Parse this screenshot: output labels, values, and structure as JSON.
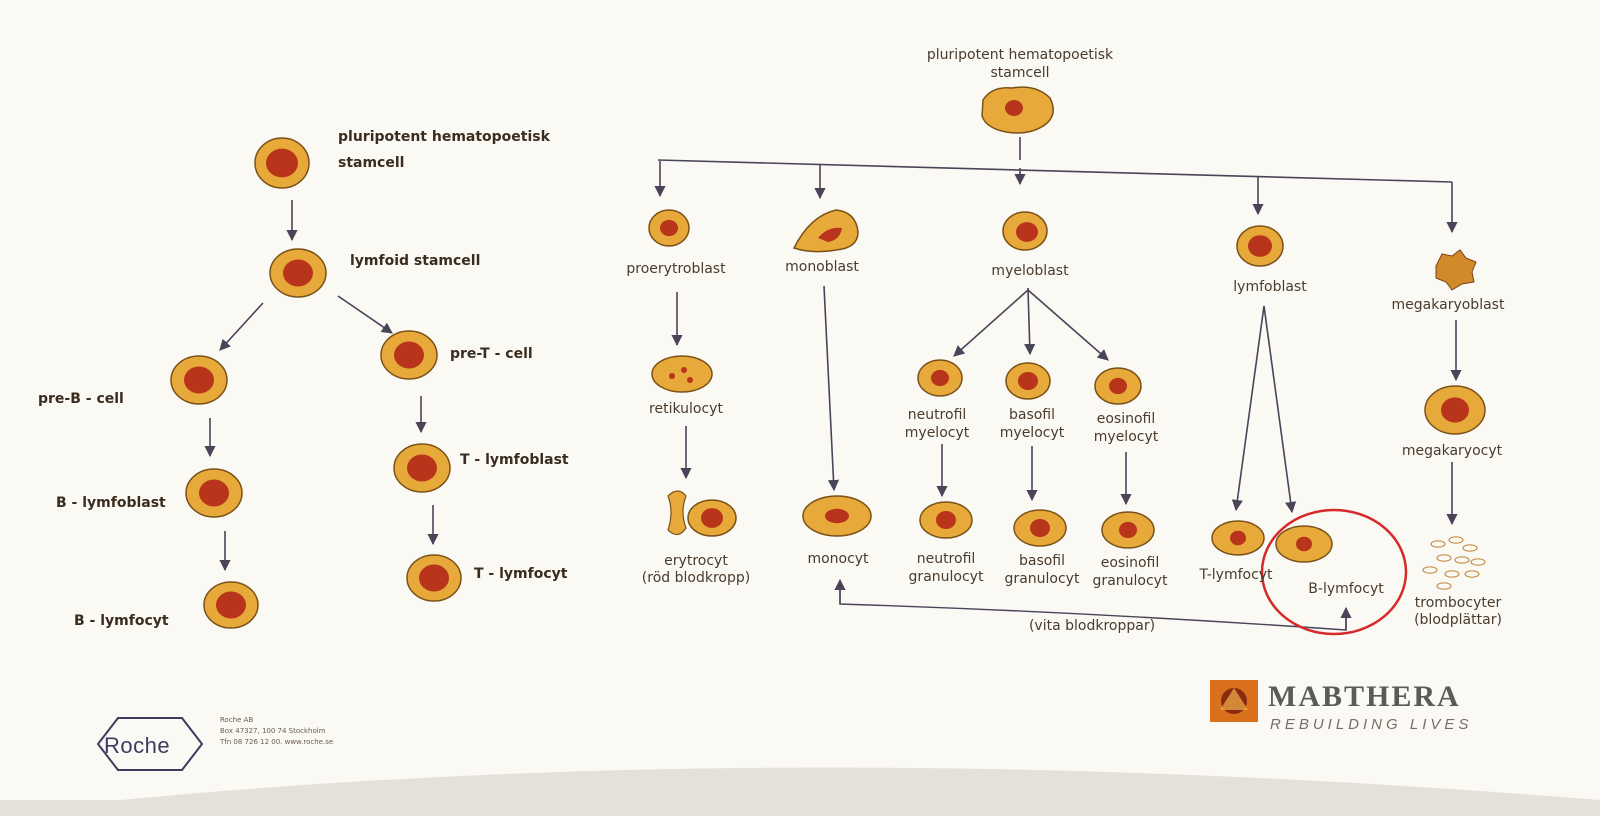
{
  "poster": {
    "left_tree": {
      "stem_cell": "pluripotent hematopoetisk stamcell",
      "stem_cell_line1": "pluripotent hematopoetisk",
      "stem_cell_line2": "stamcell",
      "lymphoid": "lymfoid stamcell",
      "pre_b": "pre-B - cell",
      "pre_t": "pre-T - cell",
      "b_lymphoblast": "B - lymfoblast",
      "t_lymphoblast": "T - lymfoblast",
      "b_lymphocyte": "B - lymfocyt",
      "t_lymphocyte": "T - lymfocyt"
    },
    "right_tree": {
      "stem_cell_line1": "pluripotent hematopoetisk",
      "stem_cell_line2": "stamcell",
      "proerythroblast": "proerytroblast",
      "monoblast": "monoblast",
      "myeloblast": "myeloblast",
      "lymphoblast": "lymfoblast",
      "megakaryoblast": "megakaryoblast",
      "reticulocyte": "retikulocyt",
      "neutrophil_myelocyte_1": "neutrofil",
      "neutrophil_myelocyte_2": "myelocyt",
      "basophil_myelocyte_1": "basofil",
      "basophil_myelocyte_2": "myelocyt",
      "eosinophil_myelocyte_1": "eosinofil",
      "eosinophil_myelocyte_2": "myelocyt",
      "megakaryocyte": "megakaryocyt",
      "erythrocyte_1": "erytrocyt",
      "erythrocyte_2": "(röd blodkropp)",
      "monocyte": "monocyt",
      "neutrophil_granulocyte_1": "neutrofil",
      "neutrophil_granulocyte_2": "granulocyt",
      "basophil_granulocyte_1": "basofil",
      "basophil_granulocyte_2": "granulocyt",
      "eosinophil_granulocyte_1": "eosinofil",
      "eosinophil_granulocyte_2": "granulocyt",
      "t_lymphocyte": "T-lymfocyt",
      "b_lymphocyte": "B-lymfocyt",
      "thrombocytes_1": "trombocyter",
      "thrombocytes_2": "(blodplättar)",
      "white_cells": "(vita blodkroppar)"
    },
    "roche": {
      "logo": "Roche",
      "address_1": "Roche AB",
      "address_2": "Box 47327, 100 74 Stockholm",
      "address_3": "Tfn 08 726 12 00. www.roche.se"
    },
    "mabthera": {
      "name": "MABTHERA",
      "tagline": "REBUILDING LIVES"
    },
    "highlight": {
      "target": "B-lymfocyt",
      "color": "#d42a2a"
    },
    "colors": {
      "cell_fill": "#e7a93a",
      "cell_edge": "#7a5218",
      "nucleus": "#b8341a",
      "arrow": "#4a4458",
      "paper": "#fbf9f4"
    }
  }
}
